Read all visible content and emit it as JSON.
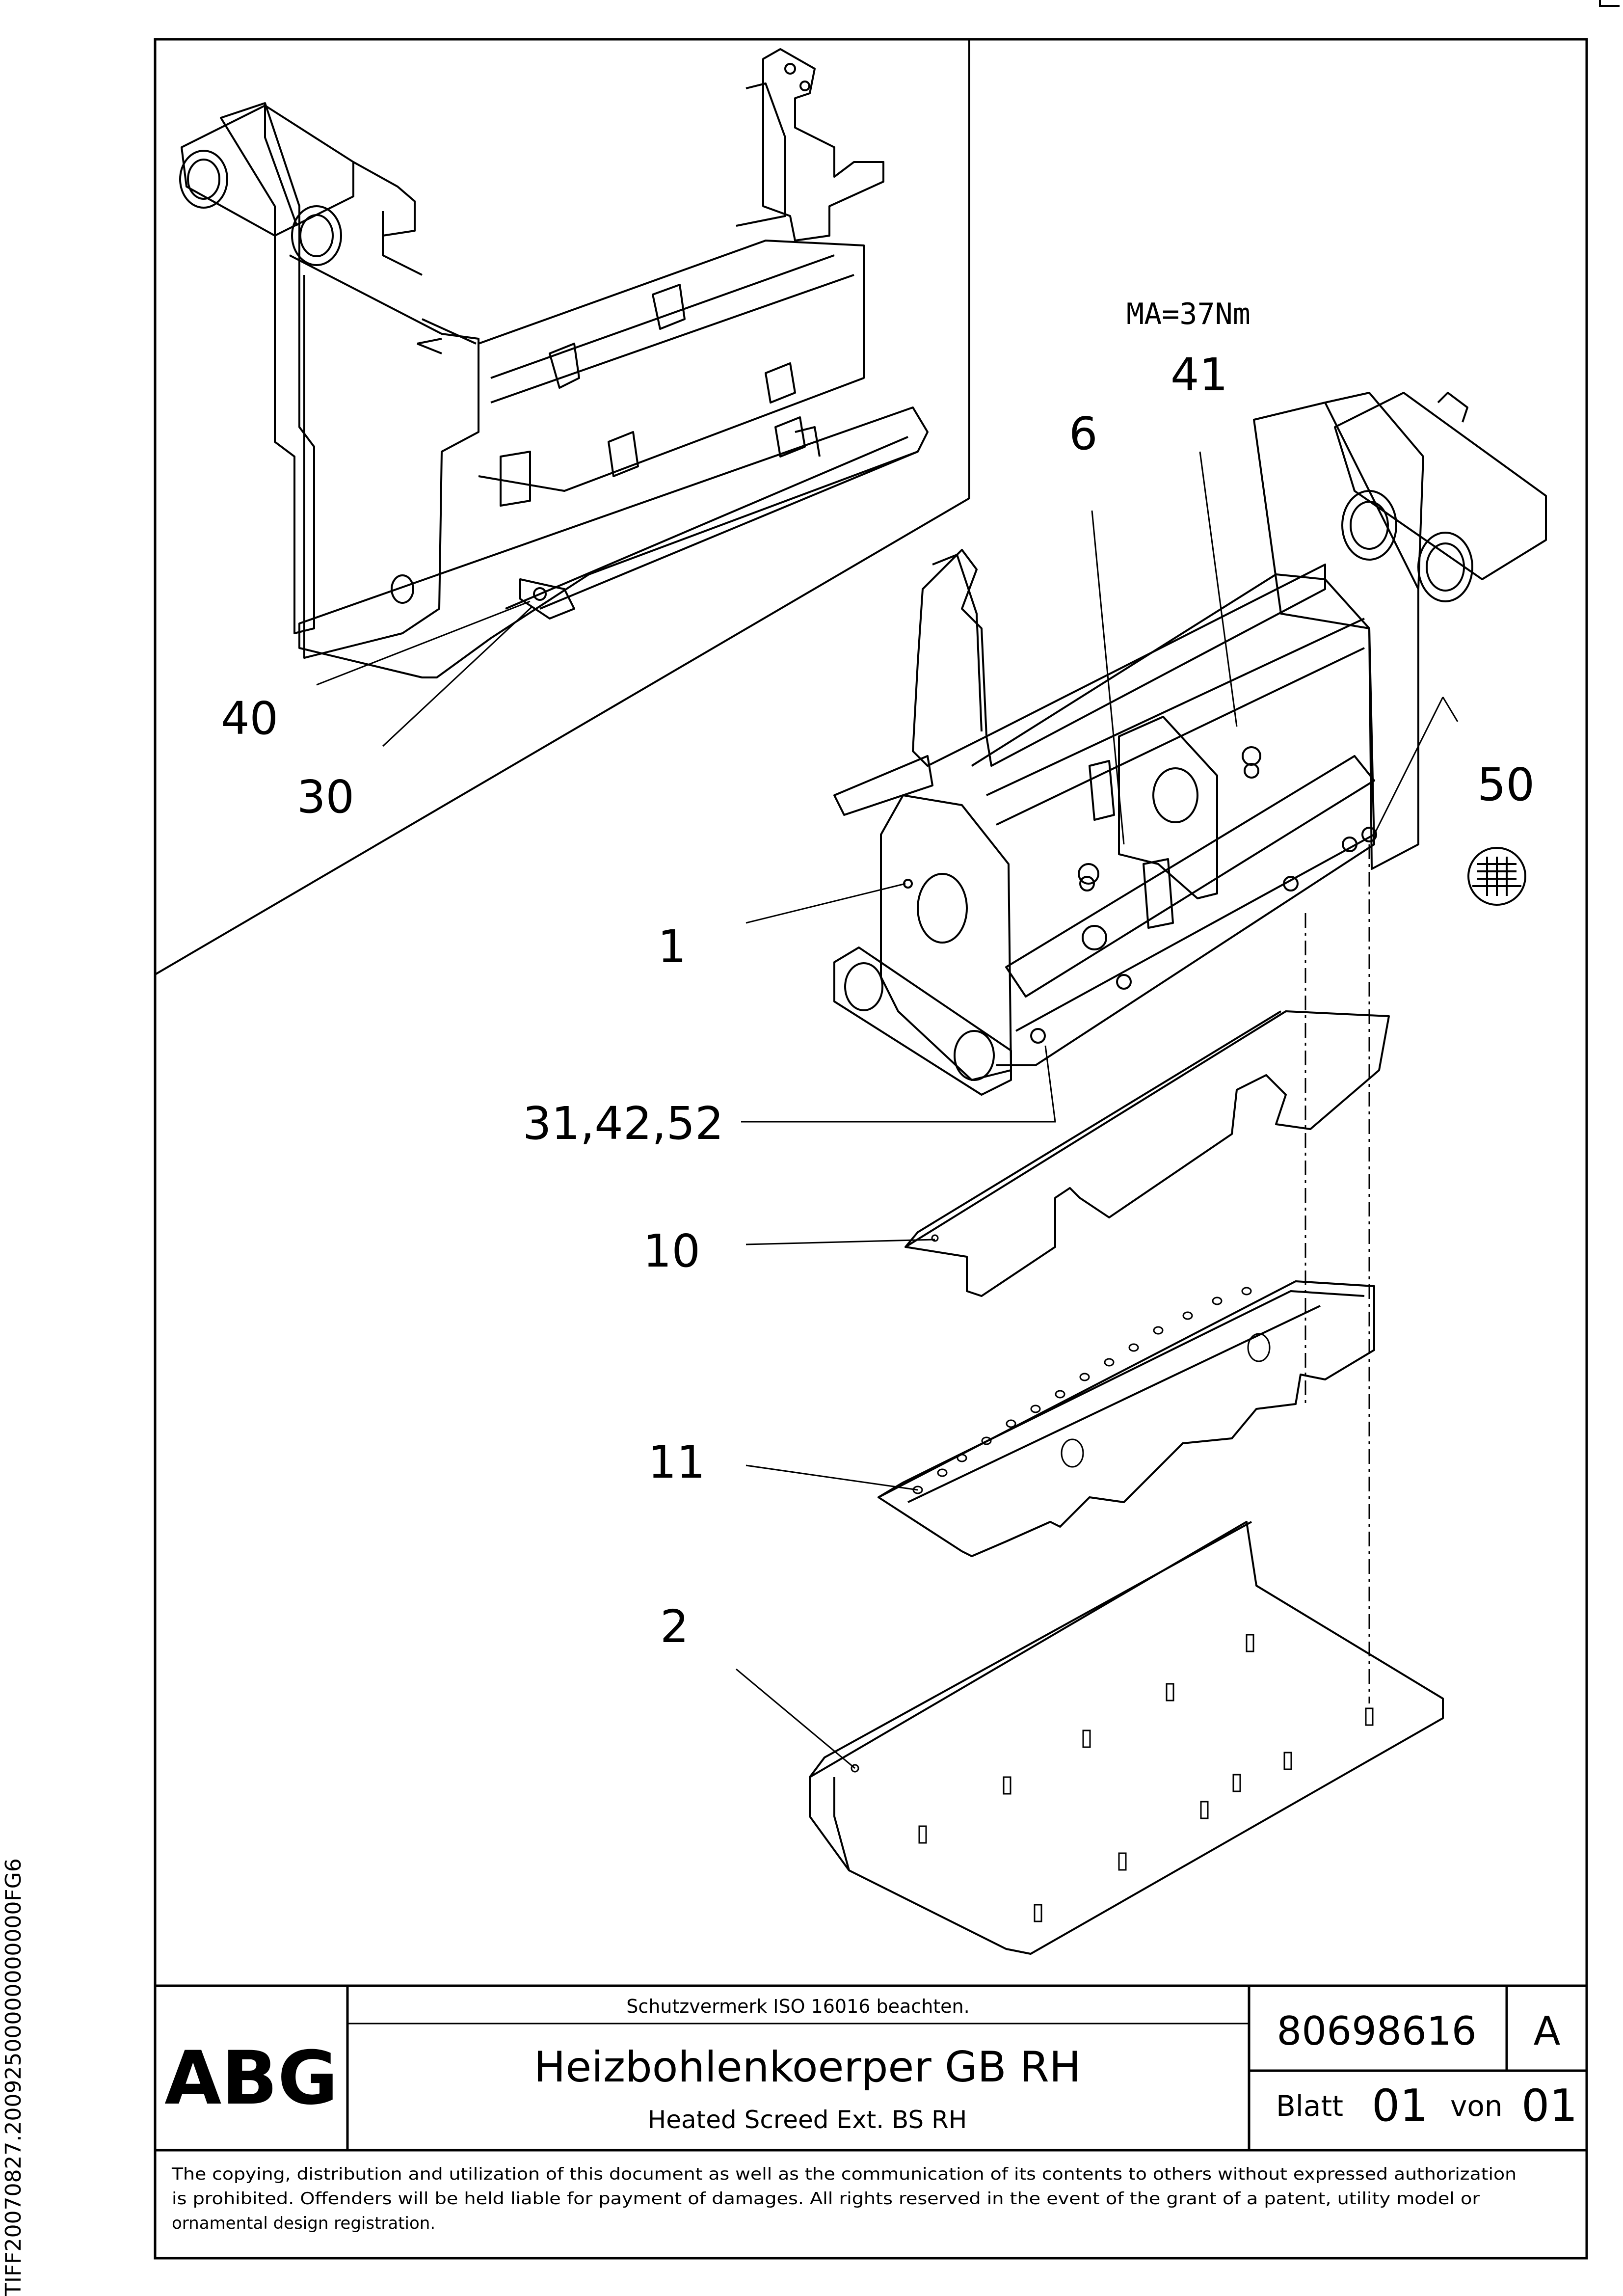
{
  "drawing": {
    "torque_label": "MA=37Nm",
    "part_labels": [
      "6",
      "41",
      "50",
      "1",
      "31,42,52",
      "10",
      "11",
      "2",
      "40",
      "30"
    ]
  },
  "title_block": {
    "brand": "ABG",
    "protection_note": "Schutzvermerk ISO 16016 beachten.",
    "title_de": "Heizbohlenkoerper GB RH",
    "title_en": "Heated Screed Ext. BS RH",
    "part_number": "80698616",
    "revision": "A",
    "sheet_label": "Blatt",
    "sheet_number": "01",
    "of_label": "von",
    "sheet_total": "01"
  },
  "copyright": {
    "line1": "The copying, distribution and utilization of this document as well as the communication of its contents to others without expressed authorization",
    "line2": "is prohibited. Offenders will be held liable for payment of damages. All rights reserved in the event of the grant of a patent, utility model or",
    "line3": "ornamental design registration."
  },
  "side_code": "TIFF20070827.20092500000000000FG6",
  "icon": "heated-screed-symbol-icon"
}
